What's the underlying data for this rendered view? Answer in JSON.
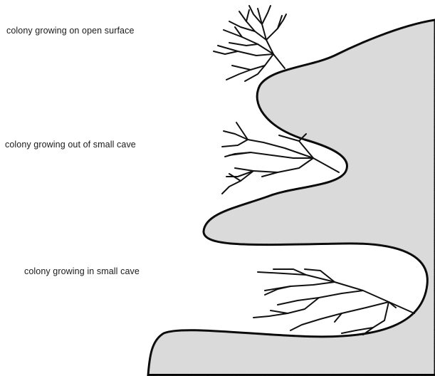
{
  "labels": {
    "open_surface": "colony growing on open surface",
    "out_of_cave": "colony growing out of small cave",
    "in_cave": "colony growing in small cave"
  },
  "colors": {
    "rock_fill": "#d9d9d9",
    "outline": "#000000",
    "colony": "#111111",
    "background": "#ffffff"
  }
}
